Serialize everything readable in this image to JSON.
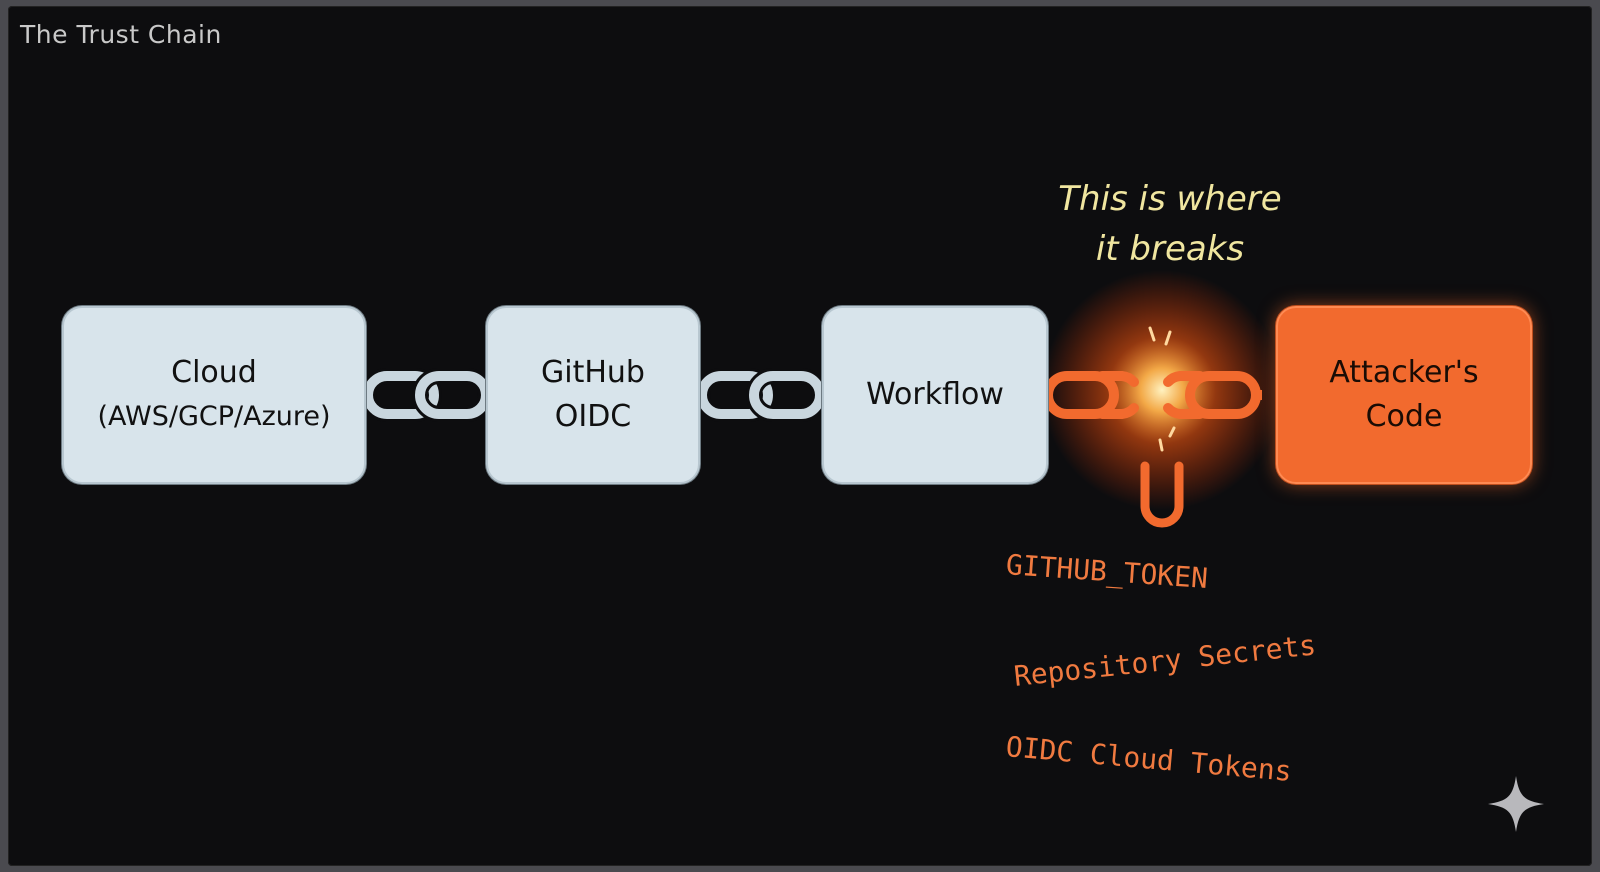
{
  "title": "The Trust Chain",
  "nodes": [
    {
      "id": "cloud",
      "line1": "Cloud",
      "line2": "(AWS/GCP/Azure)"
    },
    {
      "id": "github-oidc",
      "line1": "GitHub",
      "line2": "OIDC"
    },
    {
      "id": "workflow",
      "line1": "Workflow",
      "line2": ""
    },
    {
      "id": "attacker-code",
      "line1": "Attacker's",
      "line2": "Code"
    }
  ],
  "annotation": {
    "line1": "This is where",
    "line2": "it breaks"
  },
  "exposed_items": [
    "GITHUB_TOKEN",
    "Repository Secrets",
    "OIDC Cloud Tokens"
  ],
  "colors": {
    "background": "#0d0d0f",
    "node_fill": "#d8e4eb",
    "attacker_fill": "#f26a2e",
    "annotation_text": "#f0e6a0",
    "exposed_text": "#f07a40",
    "chain_link": "#c9d6de"
  },
  "icons": [
    "chain-link-icon",
    "broken-link-icon",
    "sparkle-icon"
  ]
}
